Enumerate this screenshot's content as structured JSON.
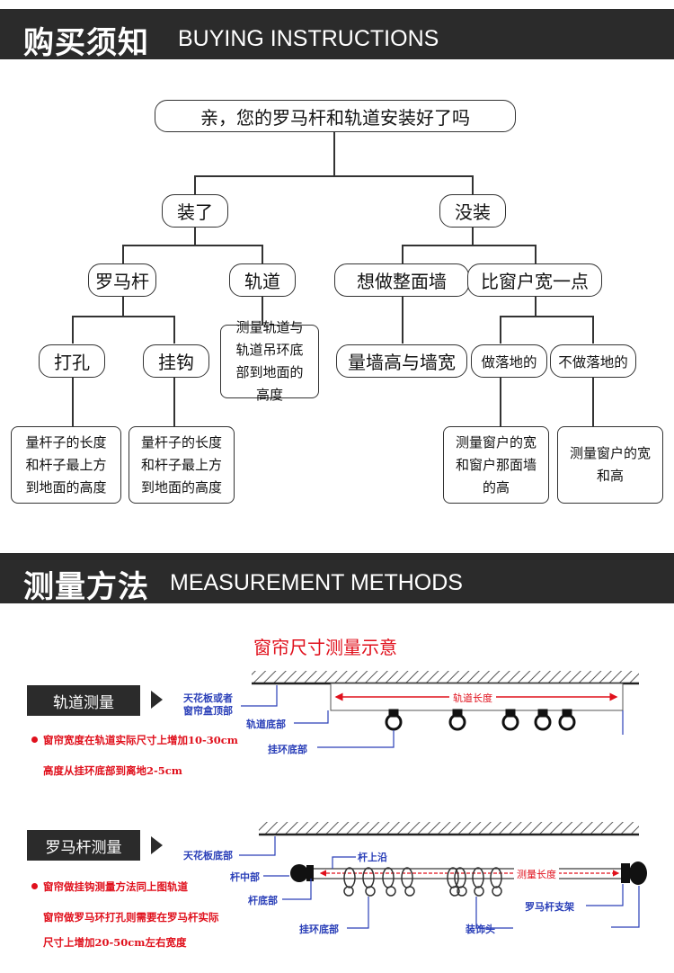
{
  "header1": {
    "cn": "购买须知",
    "en": "BUYING INSTRUCTIONS"
  },
  "tree": {
    "root": "亲，您的罗马杆和轨道安装好了吗",
    "installed": "装了",
    "not_installed": "没装",
    "roman_rod": "罗马杆",
    "track": "轨道",
    "full_wall": "想做整面墙",
    "wider_than_window": "比窗户宽一点",
    "drill_hole": "打孔",
    "hook": "挂钩",
    "track_measure": "测量轨道与轨道吊环底部到地面的高度",
    "wall_measure": "量墙高与墙宽",
    "floor_length": "做落地的",
    "not_floor_length": "不做落地的",
    "drill_measure": "量杆子的长度和杆子最上方到地面的高度",
    "hook_measure": "量杆子的长度和杆子最上方到地面的高度",
    "floor_measure": "测量窗户的宽和窗户那面墙的高",
    "nonfloor_measure": "测量窗户的宽和高"
  },
  "header2": {
    "cn": "测量方法",
    "en": "MEASUREMENT METHODS"
  },
  "diagram": {
    "title": "窗帘尺寸测量示意",
    "track_section": {
      "tag": "轨道测量",
      "ceiling_label_1": "天花板或者",
      "ceiling_label_2": "窗帘盒顶部",
      "track_bottom": "轨道底部",
      "ring_bottom": "挂环底部",
      "length_label": "轨道长度",
      "note_1": "窗帘宽度在轨道实际尺寸上增加10-30cm",
      "note_2": "高度从挂环底部到离地2-5cm"
    },
    "rod_section": {
      "tag": "罗马杆测量",
      "ceiling_label": "天花板底部",
      "rod_top": "杆上沿",
      "rod_middle": "杆中部",
      "rod_bottom": "杆底部",
      "ring_bottom": "挂环底部",
      "length_label": "测量长度",
      "bracket": "罗马杆支架",
      "finial": "装饰头",
      "note_1": "窗帘做挂钩测量方法同上图轨道",
      "note_2": "窗帘做罗马环打孔则需要在罗马杆实际",
      "note_3": "尺寸上增加20-50cm左右宽度"
    }
  }
}
